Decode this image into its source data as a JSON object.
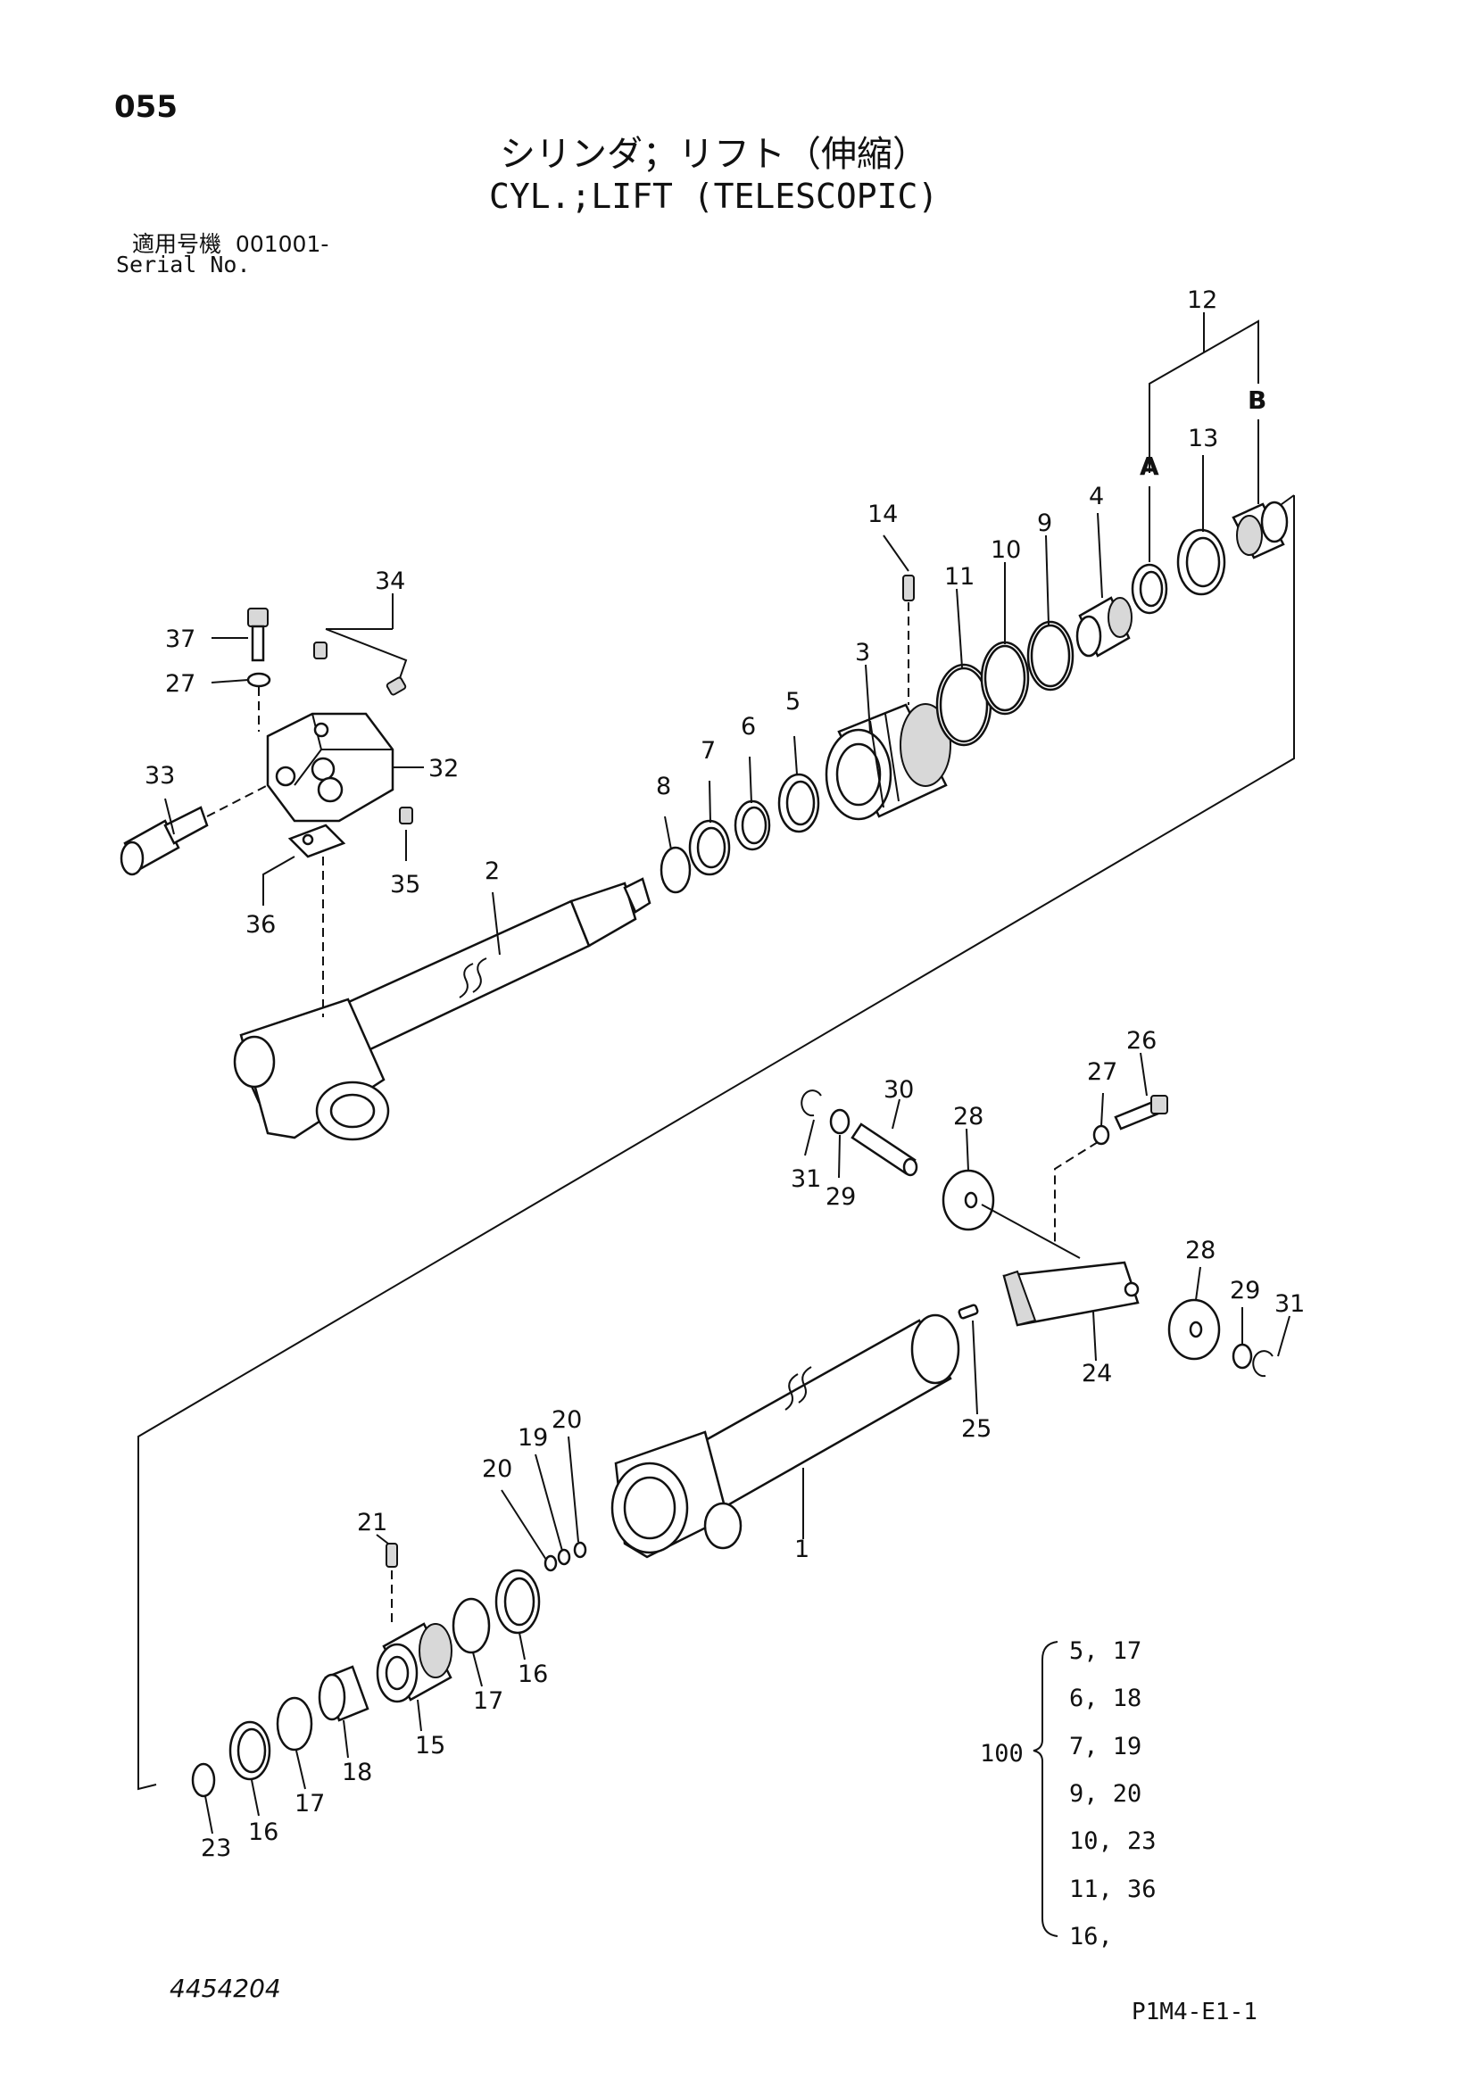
{
  "page_number": "055",
  "title_jp": "シリンダ；リフト（伸縮）",
  "title_en": "CYL.;LIFT (TELESCOPIC)",
  "serial": {
    "label_jp": "適用号機",
    "value": "001001-",
    "label_en": "Serial No."
  },
  "group_labels": {
    "a": "A",
    "b": "B"
  },
  "callouts": {
    "p1": "1",
    "p2": "2",
    "p3": "3",
    "p4": "4",
    "p5": "5",
    "p6": "6",
    "p7": "7",
    "p8": "8",
    "p9": "9",
    "p10": "10",
    "p11": "11",
    "p12": "12",
    "p13": "13",
    "p14": "14",
    "p15": "15",
    "p16a": "16",
    "p16b": "16",
    "p17a": "17",
    "p17b": "17",
    "p18": "18",
    "p19": "19",
    "p20a": "20",
    "p20b": "20",
    "p21": "21",
    "p23": "23",
    "p24": "24",
    "p25": "25",
    "p26": "26",
    "p27a": "27",
    "p27b": "27",
    "p28a": "28",
    "p28b": "28",
    "p29a": "29",
    "p29b": "29",
    "p30": "30",
    "p31a": "31",
    "p31b": "31",
    "p32": "32",
    "p33": "33",
    "p34": "34",
    "p35": "35",
    "p36": "36",
    "p37": "37"
  },
  "kit": {
    "label": "100",
    "rows": [
      "5, 17",
      "6, 18",
      "7, 19",
      "9, 20",
      "10, 23",
      "11, 36",
      "16,"
    ]
  },
  "footer": {
    "doc_id": "4454204",
    "sheet_code": "P1M4-E1-1"
  }
}
